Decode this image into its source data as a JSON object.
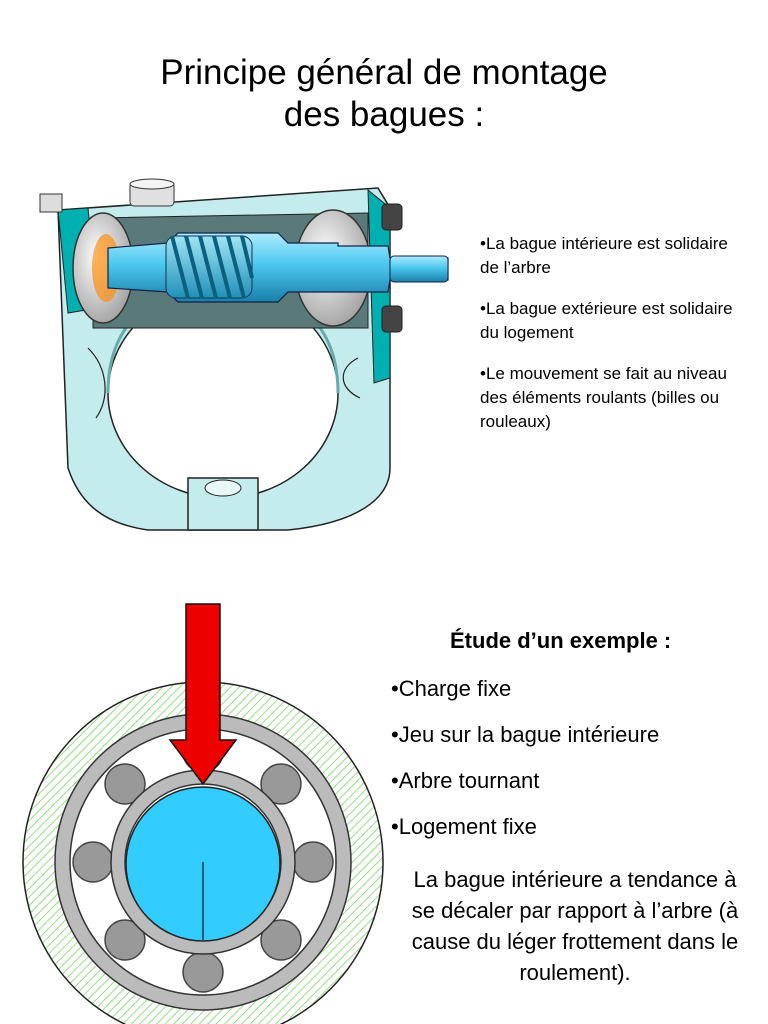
{
  "title": {
    "line1": "Principe général de montage",
    "line2": "des bagues :"
  },
  "section1": {
    "bullets": [
      "La bague intérieure est solidaire de l’arbre",
      "La bague extérieure est solidaire du logement",
      "Le mouvement se fait au niveau des éléments roulants (billes ou rouleaux)"
    ]
  },
  "section2": {
    "heading": "Étude d’un exemple :",
    "bullets": [
      "Charge fixe",
      "Jeu sur la bague intérieure",
      "Arbre tournant",
      "Logement fixe"
    ],
    "paragraph": "La bague intérieure a tendance à se décaler par rapport à l’arbre (à cause du léger frottement dans le roulement)."
  },
  "colors": {
    "shaft_blue": "#33ccff",
    "housing_cyan": "#00aaaa",
    "load_arrow": "#ee0000",
    "ring_gray": "#bbbbbb",
    "ball_gray": "#999999",
    "housing_hatch": "#99dd88"
  }
}
